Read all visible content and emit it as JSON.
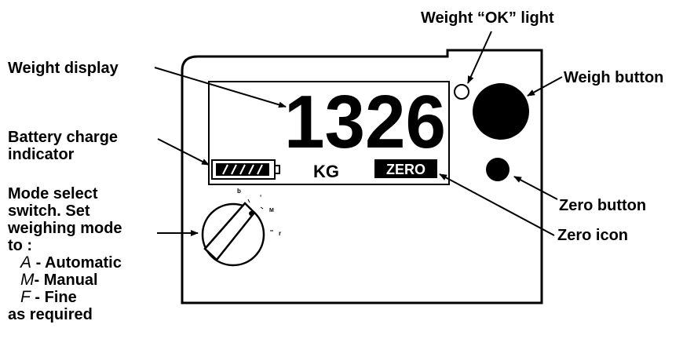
{
  "labels": {
    "weight_ok_light": "Weight “OK” light",
    "weight_display": "Weight display",
    "weigh_button": "Weigh button",
    "battery_line1": "Battery charge",
    "battery_line2": "indicator",
    "zero_button": "Zero button",
    "zero_icon": "Zero icon",
    "mode_line1": "Mode select",
    "mode_line2": "switch. Set",
    "mode_line3": "weighing mode",
    "mode_line4": "to :",
    "mode_a_letter": "A",
    "mode_a_text": " - Automatic",
    "mode_m_letter": "M",
    "mode_m_text": "- Manual",
    "mode_f_letter": "F",
    "mode_f_text": " - Fine",
    "mode_footer": "as required"
  },
  "display": {
    "reading": "1326",
    "unit": "KG",
    "zero_badge": "ZERO"
  },
  "dial_ticks": [
    "b",
    "‘",
    "M",
    "r"
  ],
  "colors": {
    "ink": "#000000",
    "paper": "#ffffff"
  }
}
